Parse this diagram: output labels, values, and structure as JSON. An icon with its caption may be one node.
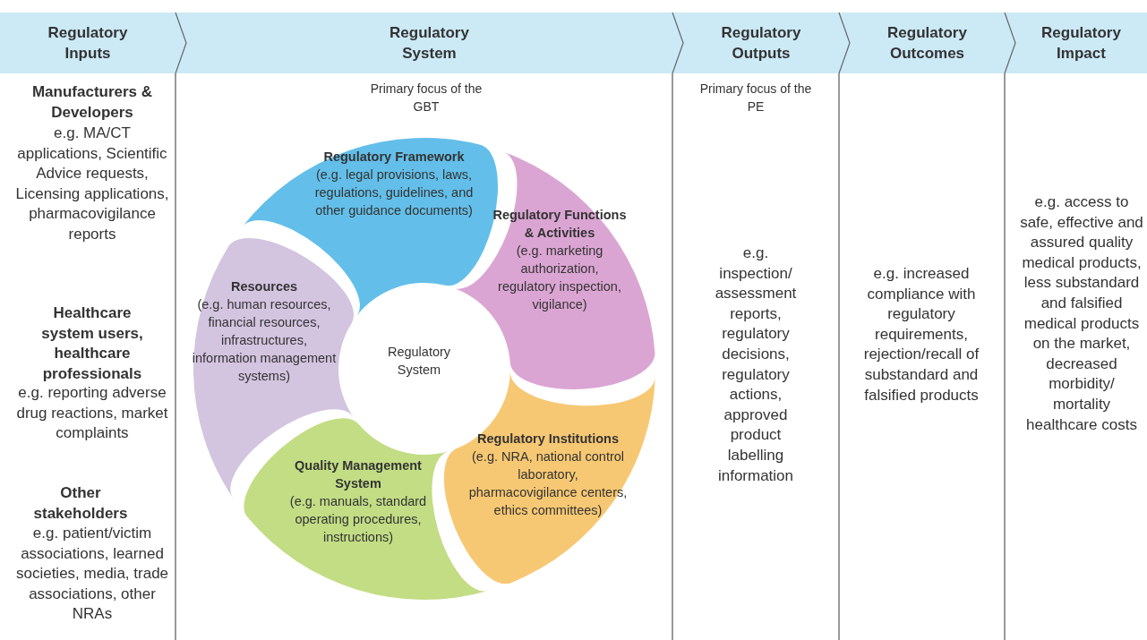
{
  "diagram": {
    "nodes": [
      {
        "text": [
          "Regulatory Inputs"
        ]
      },
      {
        "text": [
          "Regulatory System"
        ]
      },
      {
        "text": [
          "Regulatory Outputs"
        ]
      },
      {
        "text": [
          "Regulatory Outcomes"
        ]
      },
      {
        "text": [
          "Regulatory Impact"
        ]
      },
      {
        "text": [
          "Regulatory Framework",
          "(e.g. legal provisions, laws, regulations, guidelines, and other guidance documents)"
        ]
      },
      {
        "text": [
          "Regulatory Functions & Activities",
          "(e.g. marketing authorization, regulatory inspection, vigilance)"
        ]
      },
      {
        "text": [
          "Regulatory Institutions",
          "(e.g. NRA, national control laboratory, pharmacovigilance centers, ethics committees)"
        ]
      },
      {
        "text": [
          "Quality Management System",
          "(e.g. manuals, standard operating procedures, instructions)"
        ]
      },
      {
        "text": [
          "Resources",
          "(e.g. human resources, financial resources, infrastructures, information management systems)"
        ]
      }
    ],
    "edges": [
      {
        "from": 0,
        "to": 1,
        "arrow": "to"
      },
      {
        "from": 1,
        "to": 2,
        "arrow": "to"
      },
      {
        "from": 2,
        "to": 3,
        "arrow": "to"
      },
      {
        "from": 3,
        "to": 4,
        "arrow": "to"
      }
    ],
    "labels": [
      "Manufacturers & Developers",
      "e.g. MA/CT applications, Scientific Advice requests, Licensing applications, pharmacovigilance reports",
      "Healthcare system users, healthcare professionals",
      "e.g. reporting adverse drug reactions, market complaints",
      "Other stakeholders",
      "e.g. patient/victim associations, learned societies, media, trade associations, other NRAs",
      "Primary focus of the GBT",
      "Regulatory System",
      "Primary focus of the PE",
      "e.g. inspection/ assessment reports, regulatory decisions, regulatory actions, approved product labelling information",
      "e.g. increased compliance with regulatory requirements, rejection/recall of substandard and falsified products",
      "e.g. access to safe, effective and assured quality medical products, less substandard and falsified medical products on the market, decreased morbidity/ mortality healthcare costs"
    ]
  }
}
